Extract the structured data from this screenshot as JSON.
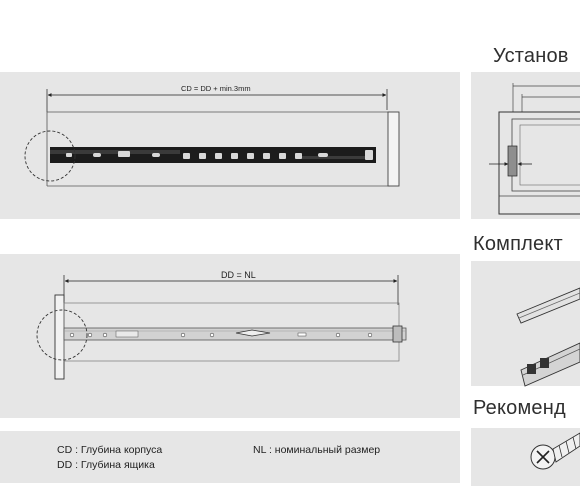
{
  "headings": {
    "install": "Установ",
    "kit": "Комплект",
    "recommended": "Рекоменд"
  },
  "diagram_top": {
    "dimension": "CD = DD + min.3mm"
  },
  "diagram_bottom": {
    "dimension": "DD  = NL"
  },
  "legend": {
    "cd": "CD : Глубина корпуса",
    "dd": "DD : Глубина ящика",
    "nl": "NL : номинальный размер"
  },
  "colors": {
    "panel": "#e6e6e6",
    "rail_dark": "#1c1c1c",
    "rail_light": "#d2d2d2",
    "outline": "#333333"
  }
}
